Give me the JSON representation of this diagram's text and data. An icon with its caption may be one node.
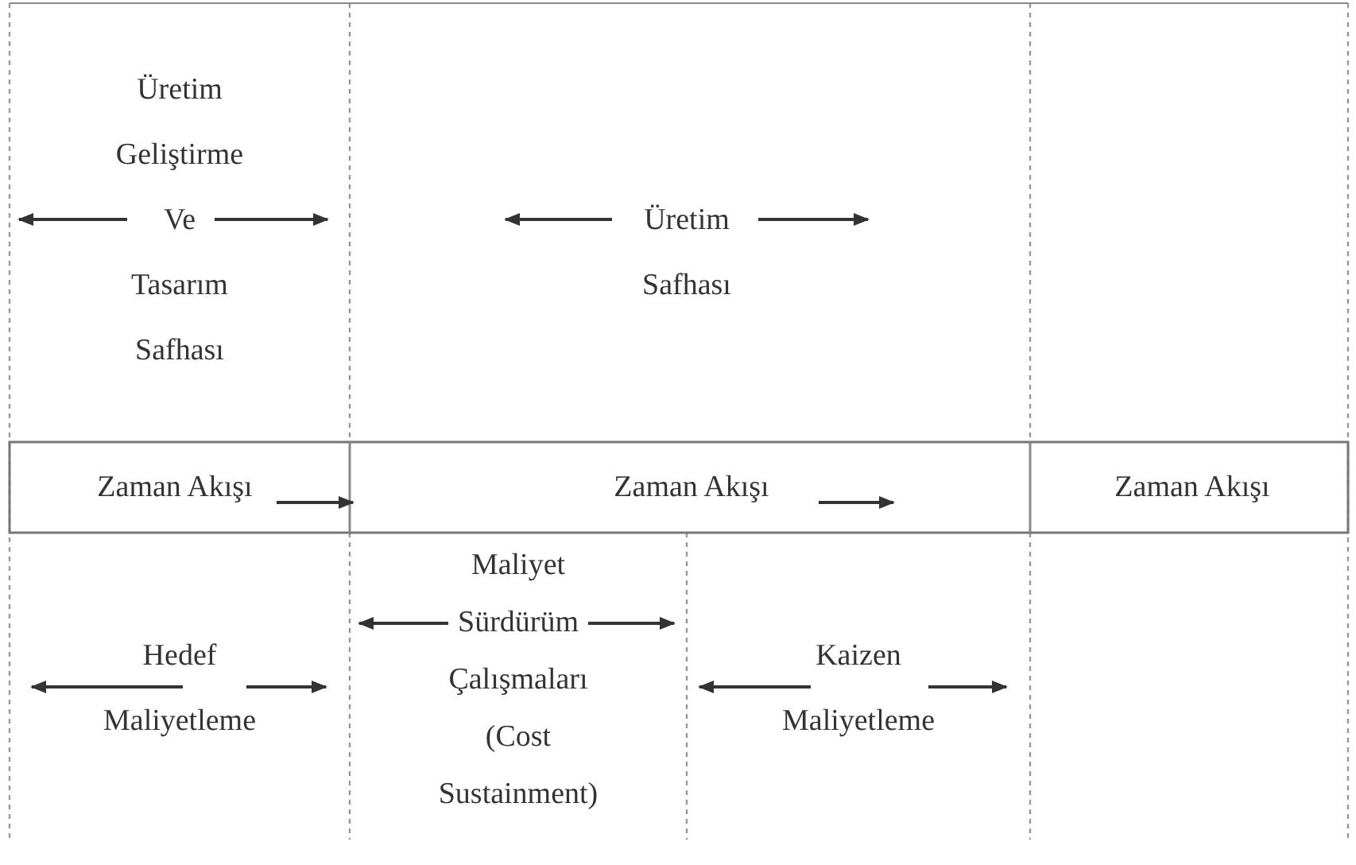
{
  "diagram": {
    "labels": [
      "Üretim Geliştirme Ve Tasarım Safhası",
      "Üretim Safhası",
      "Zaman Akışı",
      "Zaman Akışı",
      "Zaman Akışı",
      "Hedef Maliyetleme",
      "Maliyet Sürdürüm Çalışmaları (Cost Sustainment)",
      "Kaizen Maliyetleme"
    ]
  }
}
